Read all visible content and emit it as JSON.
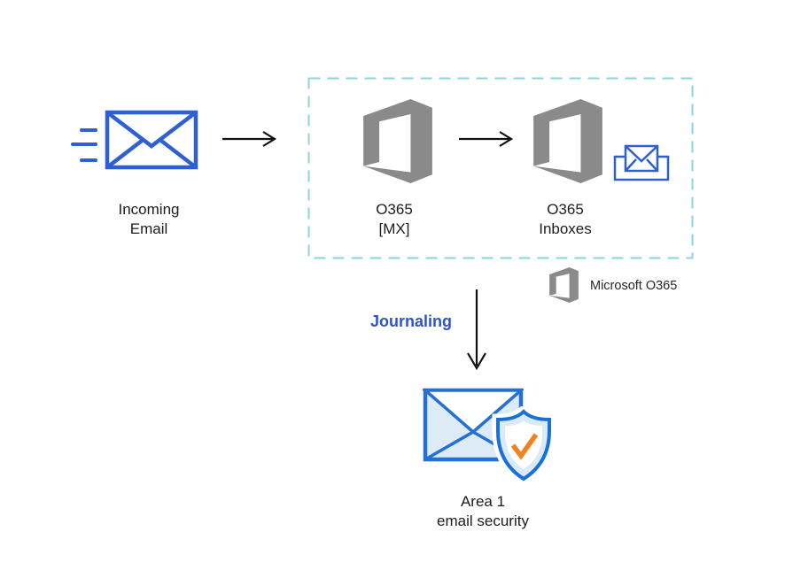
{
  "nodes": {
    "incoming_email": {
      "icon": "envelope-with-speed-lines",
      "label": [
        "Incoming",
        "Email"
      ]
    },
    "o365_mx": {
      "icon": "office365-logo",
      "label": [
        "O365",
        "[MX]"
      ]
    },
    "o365_inboxes": {
      "icon": "office365-logo",
      "secondary_icon": "inbox-envelope",
      "label": [
        "O365",
        "Inboxes"
      ]
    },
    "area1": {
      "icon": "envelope-shield-check",
      "label": [
        "Area 1",
        "email security"
      ]
    }
  },
  "edges": {
    "incoming_to_mx": "arrow-right",
    "mx_to_inboxes": "arrow-right",
    "journaling_label": "Journaling",
    "journaling_arrow": "arrow-down"
  },
  "legend": {
    "icon": "office365-logo",
    "label": "Microsoft O365"
  },
  "colors": {
    "primary_blue": "#2e5fd3",
    "area1_outline_blue": "#2470d6",
    "shield_outline_blue": "#1a6fd8",
    "light_blue_fill": "#ddebf7",
    "check_orange": "#ef8322",
    "office_gray": "#8a8a8a",
    "boundary_dash_cyan": "#8bd5dc",
    "journaling_text_blue": "#2b55c9",
    "arrow_black": "#111111",
    "label_text": "#1c1c1c"
  }
}
